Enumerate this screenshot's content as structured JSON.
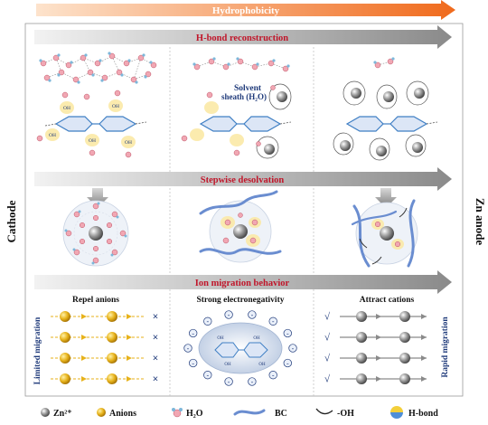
{
  "banners": {
    "hydrophobicity": "Hydrophobicity",
    "hbond": "H-bond reconstruction",
    "desolvation": "Stepwise desolvation",
    "migration": "Ion migration behavior"
  },
  "sides": {
    "left": "Cathode",
    "right": "Zn anode"
  },
  "row1": {
    "oh": "OH",
    "solvent": "Solvent",
    "sheath": "sheath (H₂O)"
  },
  "row3": {
    "repel": "Repel anions",
    "electroneg": "Strong electronegativity",
    "attract": "Attract cations",
    "limited": "Limited migration",
    "rapid": "Rapid migration",
    "cross": "×",
    "check": "√",
    "minus": "-"
  },
  "legend": {
    "zn": "Zn²⁺",
    "anions": "Anions",
    "h2o": "H₂O",
    "bc": "BC",
    "oh": "-OH",
    "hbond": "H-bond"
  },
  "colors": {
    "orange": "#f06a1c",
    "red_text": "#c0162a",
    "navy": "#1f3a7a",
    "gray_arrow": "#8a8a8a",
    "ring_blue": "#3f7fc4",
    "bc_blue": "#6a8dd0",
    "anion_yellow": "#e7b21a",
    "zn_gray": "#8f8f8f"
  }
}
